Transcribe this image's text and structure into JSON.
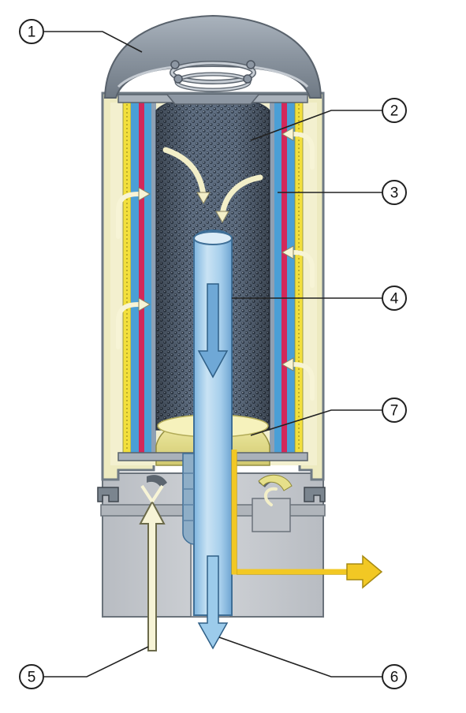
{
  "callouts": [
    {
      "label": "1"
    },
    {
      "label": "2"
    },
    {
      "label": "3"
    },
    {
      "label": "4"
    },
    {
      "label": "5"
    },
    {
      "label": "6"
    },
    {
      "label": "7"
    }
  ],
  "colors": {
    "outer_shell": "#e9e6b8",
    "shell_stroke": "#7a8590",
    "cap": "#8d97a3",
    "housing": "#c9cdd2",
    "filter_blue": "#4a9fd6",
    "filter_red": "#d3285a",
    "filter_yellow": "#f2df3c",
    "core_mesh": "#5f6f82",
    "center_tube": "#9fcbea",
    "flow_arrow": "#f3efc8",
    "water_seat": "#e6e08a",
    "drain_line": "#f2c824"
  }
}
